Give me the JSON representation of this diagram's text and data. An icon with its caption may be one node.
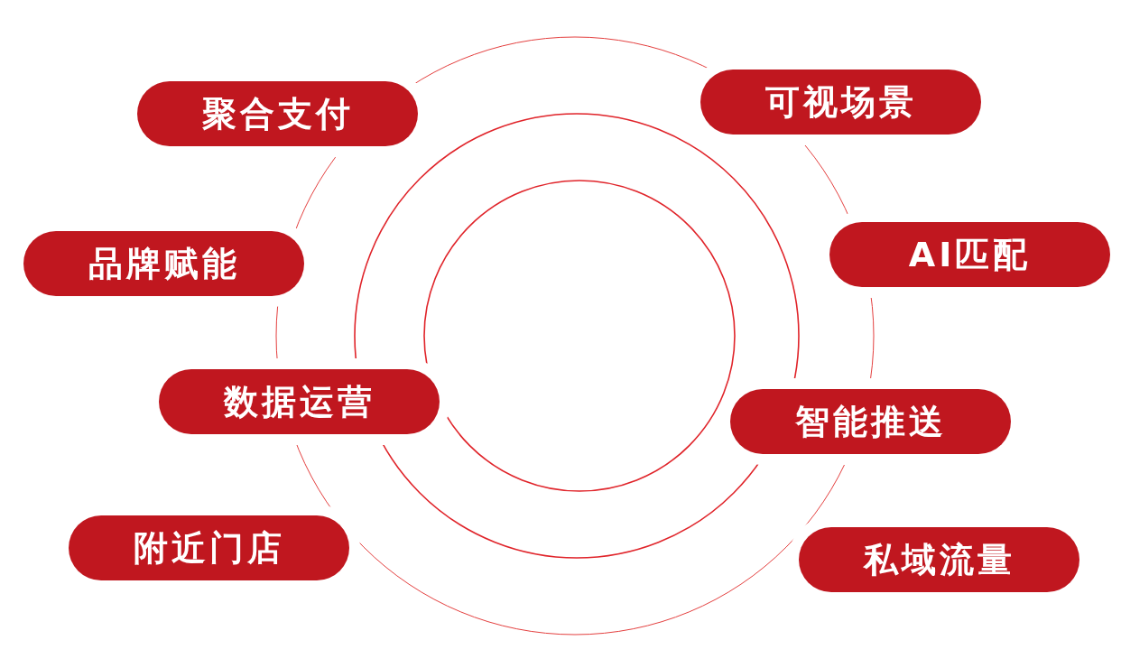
{
  "diagram": {
    "nodes": [
      {
        "text": [
          "聚合支付"
        ]
      },
      {
        "text": [
          "可视场景"
        ]
      },
      {
        "text": [
          "品牌赋能"
        ]
      },
      {
        "text": [
          "AI匹配"
        ]
      },
      {
        "text": [
          "数据运营"
        ]
      },
      {
        "text": [
          "智能推送"
        ]
      },
      {
        "text": [
          "附近门店"
        ]
      },
      {
        "text": [
          "私域流量"
        ]
      }
    ]
  }
}
